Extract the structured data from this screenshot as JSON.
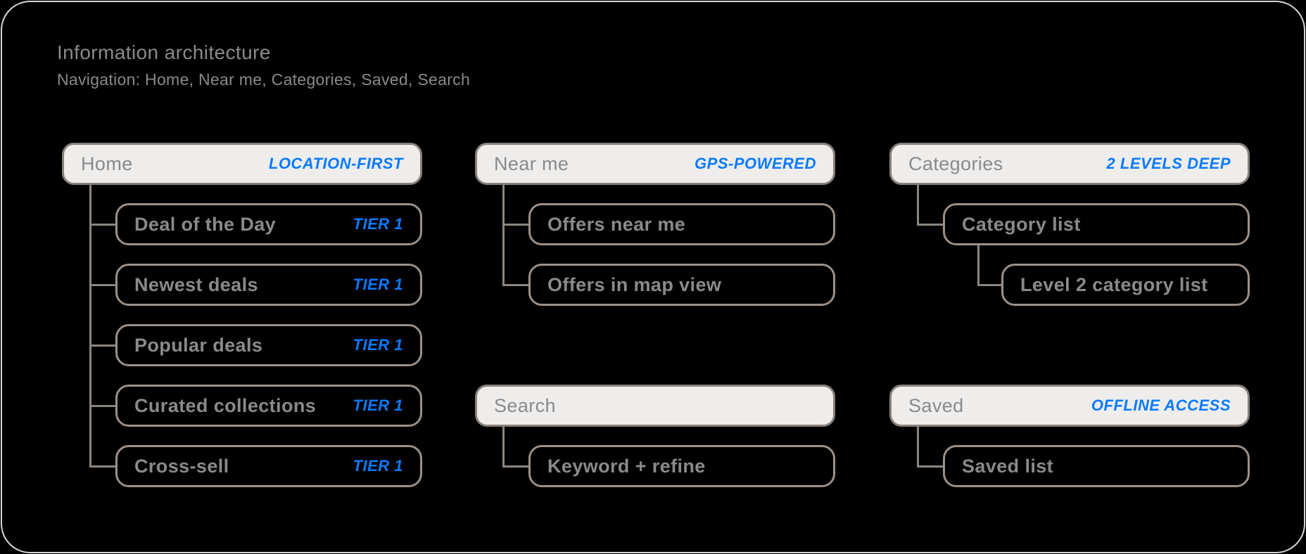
{
  "header": {
    "title": "Information architecture",
    "subtitle": "Navigation: Home, Near me, Categories, Saved, Search"
  },
  "colors": {
    "background": "#000000",
    "canvas_border": "#d6d6d6",
    "node_text": "#8a8a8a",
    "accent_blue": "#0a7aff",
    "parent_fill": "#eeedec",
    "parent_border": "#87817c",
    "child_border": "#9b9189",
    "connector": "#8b857f"
  },
  "trees": {
    "home": {
      "label": "Home",
      "badge": "LOCATION-FIRST",
      "children": [
        {
          "label": "Deal of the Day",
          "badge": "TIER 1"
        },
        {
          "label": "Newest deals",
          "badge": "TIER 1"
        },
        {
          "label": "Popular deals",
          "badge": "TIER 1"
        },
        {
          "label": "Curated collections",
          "badge": "TIER 1"
        },
        {
          "label": "Cross-sell",
          "badge": "TIER 1"
        }
      ]
    },
    "near_me": {
      "label": "Near me",
      "badge": "GPS-POWERED",
      "children": [
        {
          "label": "Offers near me"
        },
        {
          "label": "Offers in map view"
        }
      ]
    },
    "search": {
      "label": "Search",
      "children": [
        {
          "label": "Keyword + refine"
        }
      ]
    },
    "categories": {
      "label": "Categories",
      "badge": "2 LEVELS DEEP",
      "children": [
        {
          "label": "Category list",
          "children": [
            {
              "label": "Level 2 category list"
            }
          ]
        }
      ]
    },
    "saved": {
      "label": "Saved",
      "badge": "OFFLINE ACCESS",
      "children": [
        {
          "label": "Saved list"
        }
      ]
    }
  }
}
